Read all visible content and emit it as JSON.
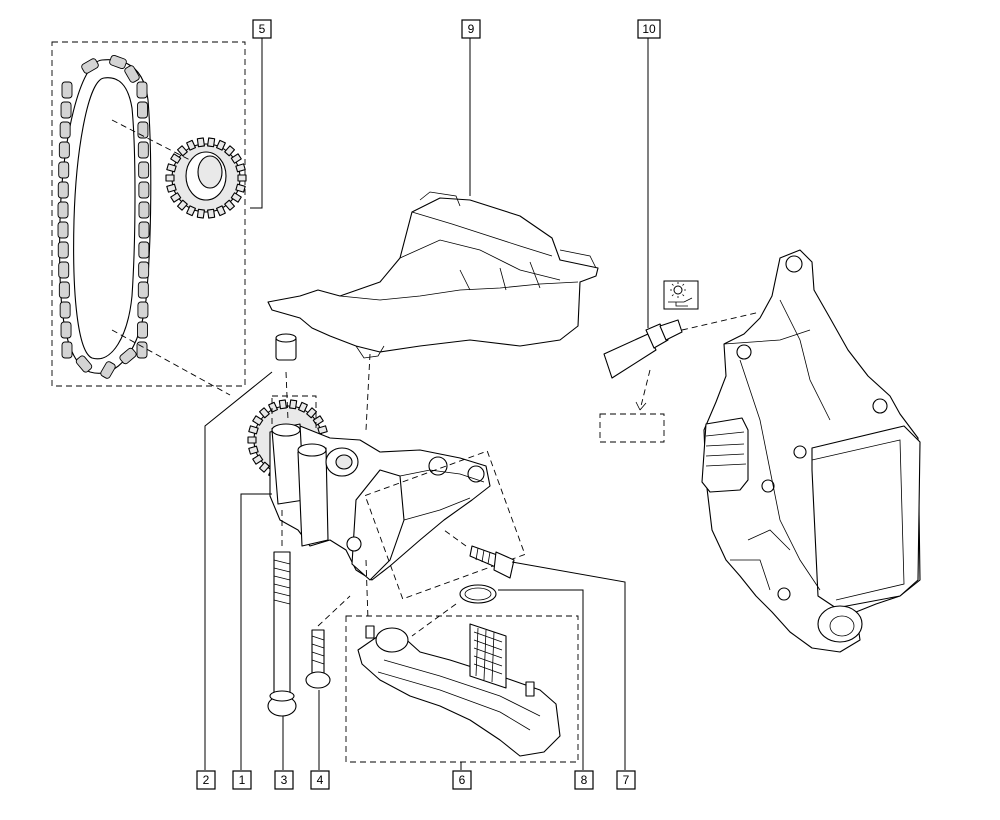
{
  "callouts": [
    {
      "id": "1",
      "label": "1"
    },
    {
      "id": "2",
      "label": "2"
    },
    {
      "id": "3",
      "label": "3"
    },
    {
      "id": "4",
      "label": "4"
    },
    {
      "id": "5",
      "label": "5"
    },
    {
      "id": "6",
      "label": "6"
    },
    {
      "id": "7",
      "label": "7"
    },
    {
      "id": "8",
      "label": "8"
    },
    {
      "id": "9",
      "label": "9"
    },
    {
      "id": "10",
      "label": "10"
    }
  ],
  "icons": {
    "oil_pressure_warning": "oil-pressure-warning-icon"
  }
}
